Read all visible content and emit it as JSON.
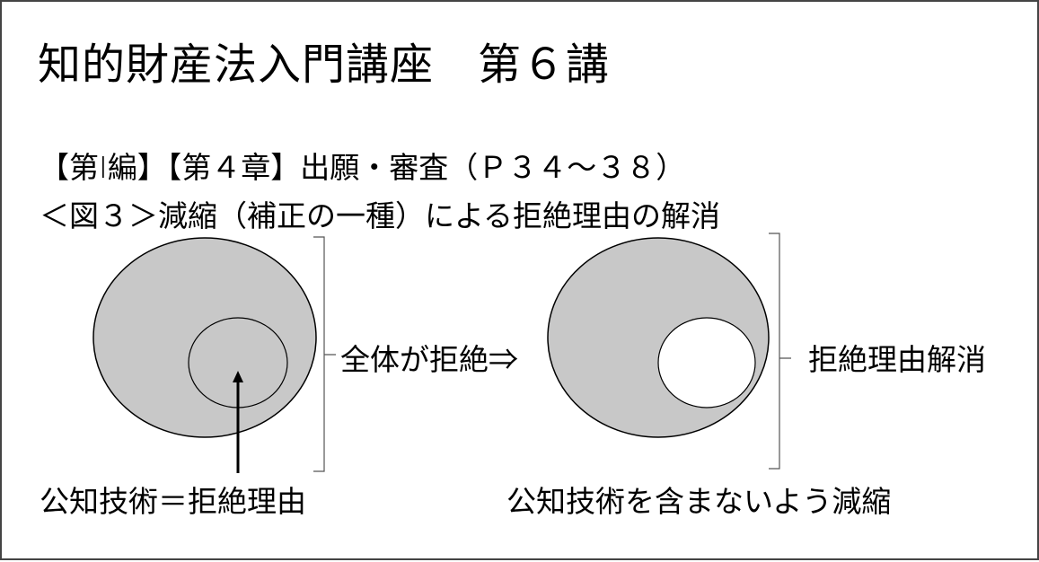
{
  "slide": {
    "title": "知的財産法入門講座　第６講",
    "subtitle_line1": "【第Ⅰ編】【第４章】出願・審査（Ｐ３４～３８）",
    "subtitle_line2": "＜図３＞減縮（補正の一種）による拒絶理由の解消"
  },
  "diagram": {
    "left_figure": {
      "outer_label": "全体が拒絶⇒",
      "inner_label": "公知技術＝拒絶理由",
      "outer_fill": "#c8c8c8",
      "inner_fill": "#c8c8c8"
    },
    "right_figure": {
      "outer_label": "拒絶理由解消",
      "bottom_label": "公知技術を含まないよう減縮",
      "outer_fill": "#c8c8c8",
      "inner_fill": "#ffffff"
    },
    "stroke_color": "#000000",
    "bracket_color": "#555555",
    "frame_color": "#444444"
  }
}
